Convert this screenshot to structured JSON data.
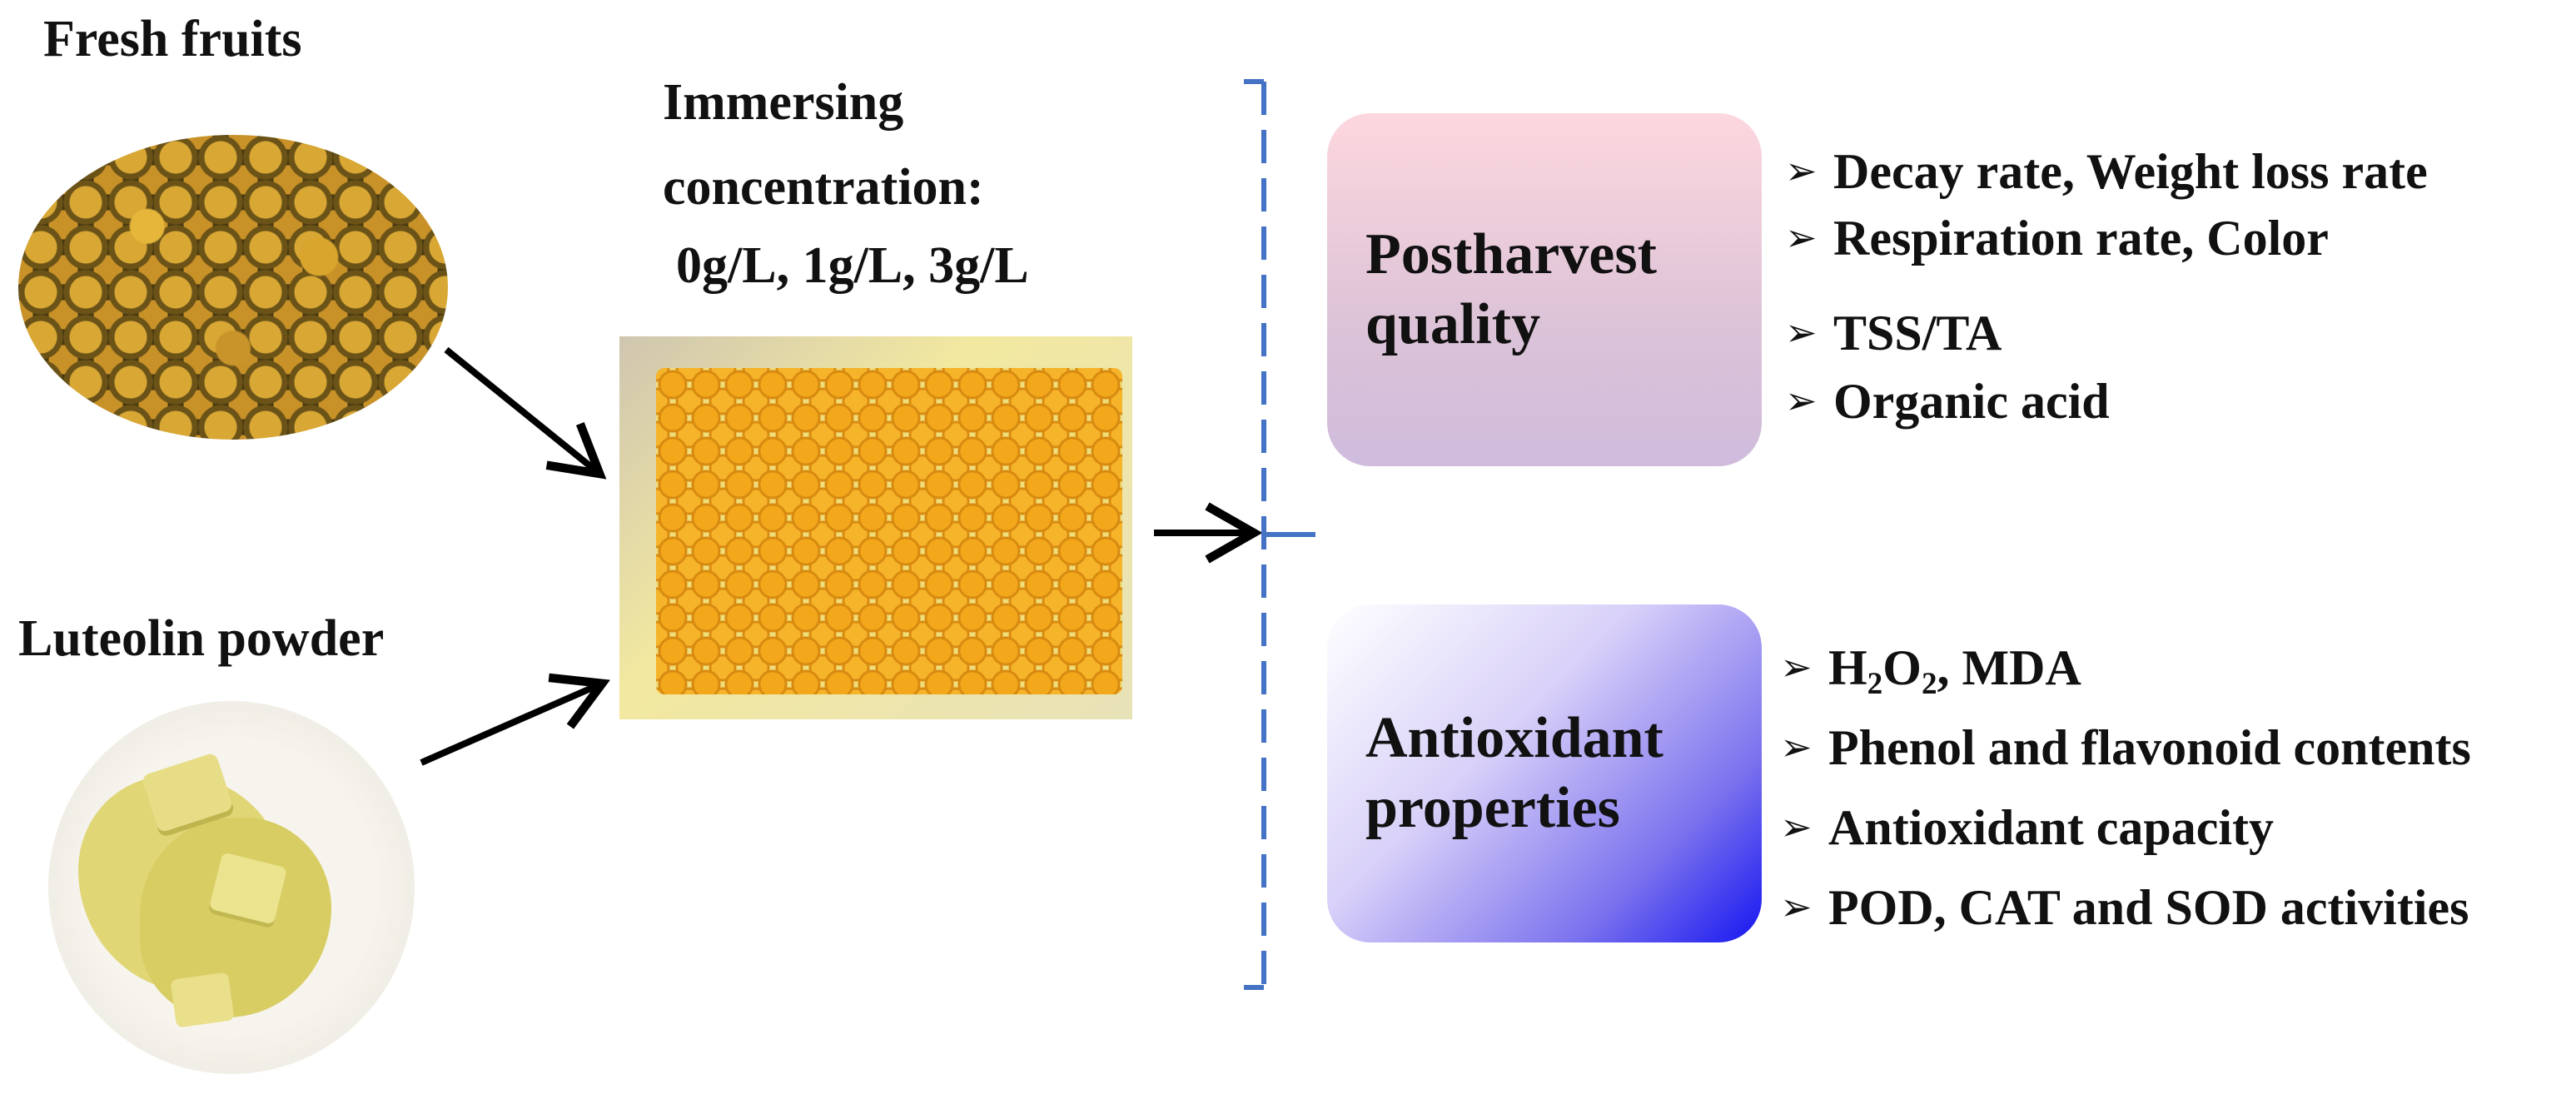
{
  "left": {
    "fresh_title": "Fresh fruits",
    "luteolin_title": "Luteolin powder"
  },
  "middle": {
    "immersing_title": "Immersing",
    "conc_label": "concentration:",
    "conc_values": "0g/L, 1g/L, 3g/L"
  },
  "boxes": {
    "postharvest": {
      "line1": "Postharvest",
      "line2": "quality"
    },
    "antioxidant": {
      "line1": "Antioxidant",
      "line2": "properties"
    }
  },
  "postharvest_items": [
    "Decay rate, Weight loss rate",
    "Respiration rate, Color",
    "TSS/TA",
    "Organic acid"
  ],
  "antioxidant_items": {
    "h2o2": {
      "h": "H",
      "sub1": "2",
      "o": "O",
      "sub2": "2",
      "rest": ", MDA"
    },
    "list": [
      "Phenol and flavonoid contents",
      "Antioxidant capacity",
      "POD, CAT and SOD activities"
    ]
  },
  "bullet_glyph": "➢",
  "colors": {
    "bracket": "#4472c4",
    "postharvest_box_top": "#fdd7de",
    "antioxidant_box_accent": "#1616f0"
  }
}
